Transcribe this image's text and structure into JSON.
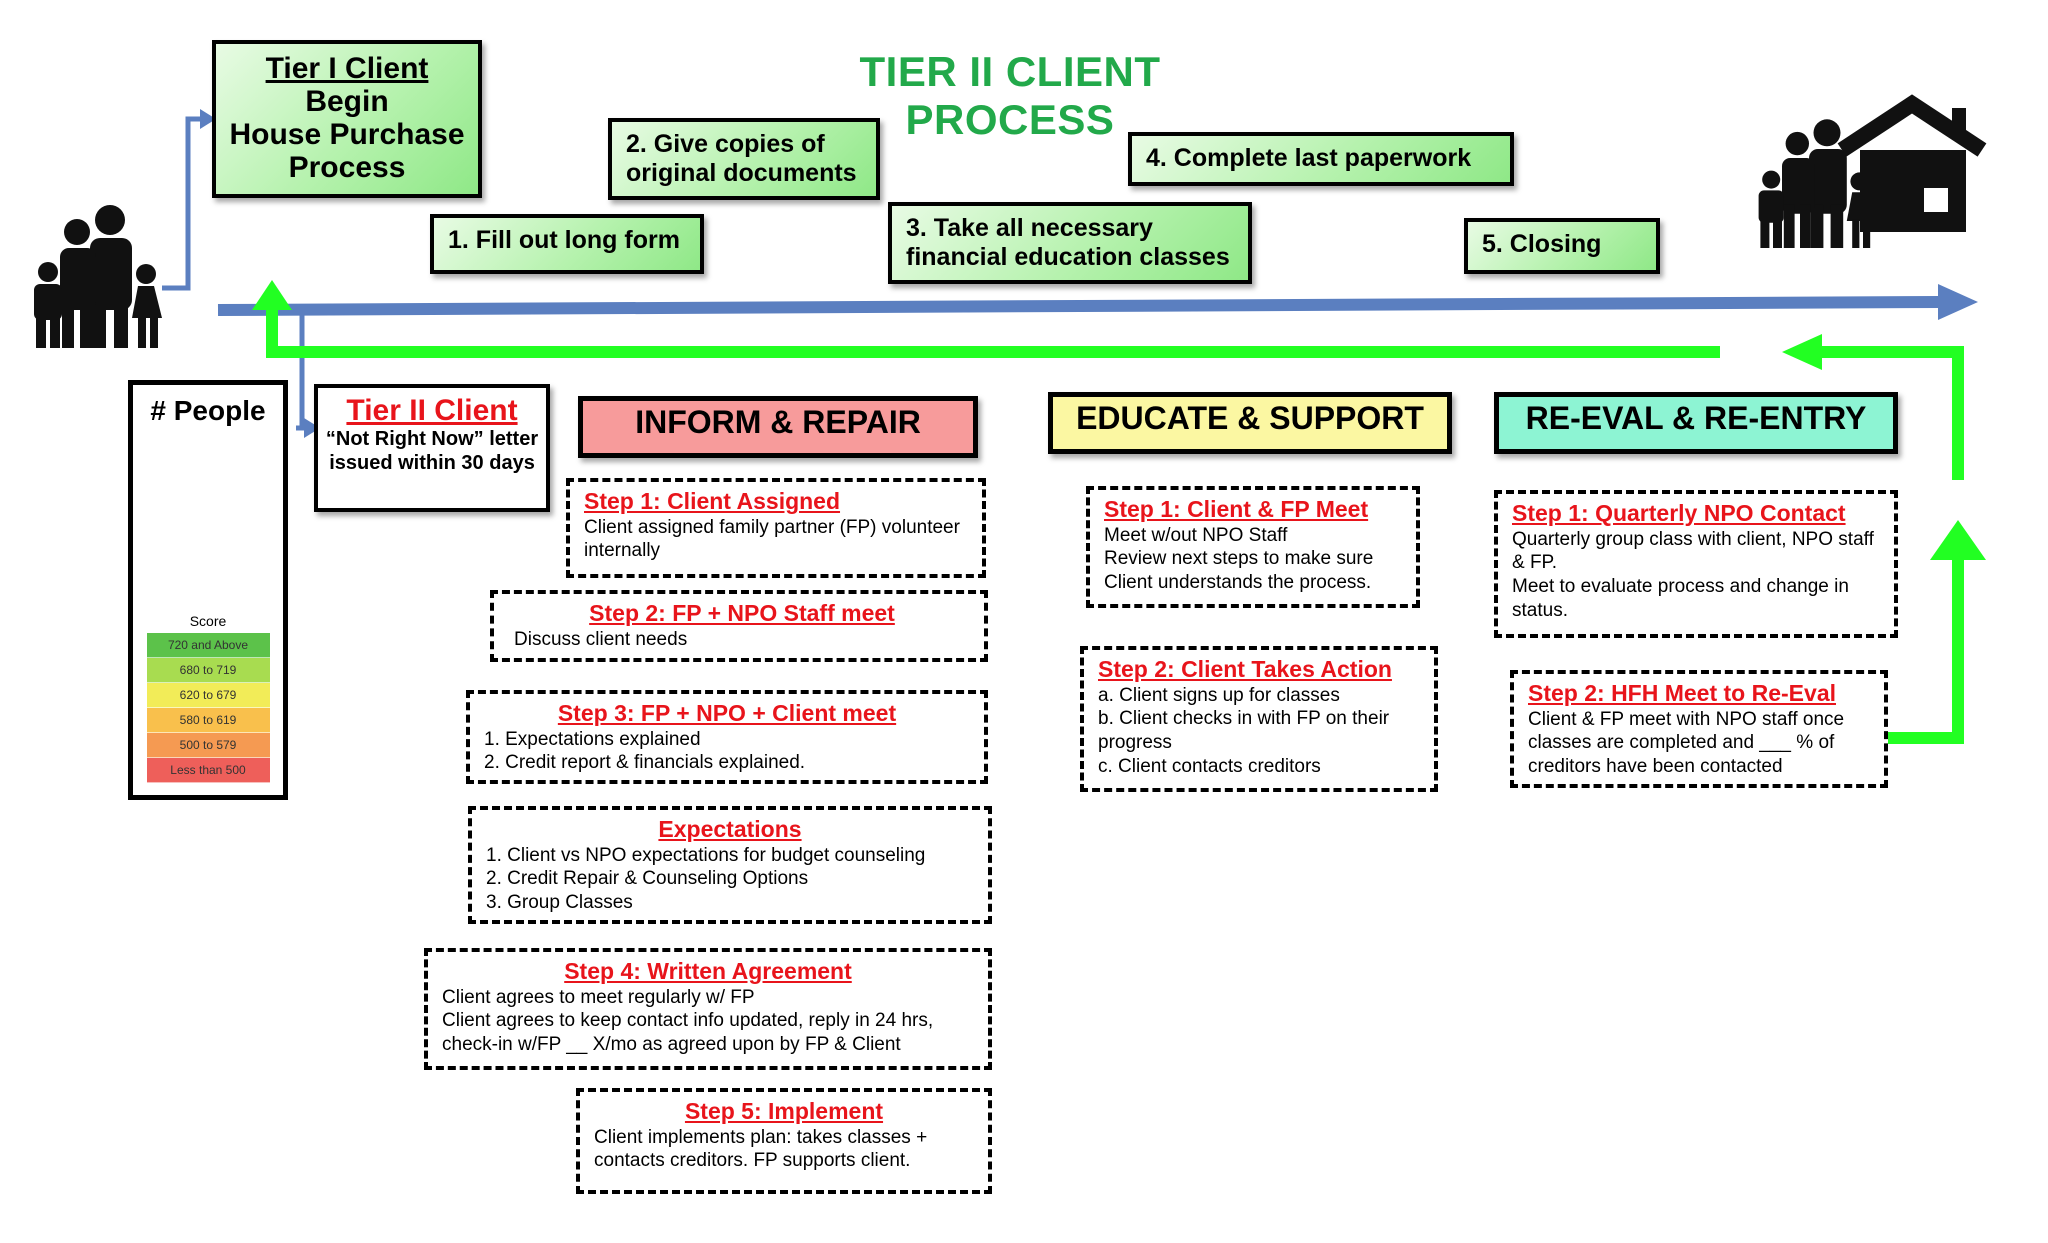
{
  "title": "TIER II CLIENT PROCESS",
  "tier1": {
    "title": "Tier I Client",
    "lines": [
      "Begin",
      "House Purchase",
      "Process"
    ]
  },
  "steps": {
    "s1": "1. Fill out long form",
    "s2": "2. Give copies of original documents",
    "s3": "3. Take all necessary financial education classes",
    "s4": "4. Complete last paperwork",
    "s5": "5. Closing"
  },
  "tier2": {
    "title": "Tier II Client",
    "desc": "“Not Right Now” letter issued within 30 days"
  },
  "people": {
    "title": "# People",
    "score_label": "Score",
    "scores": [
      {
        "label": "720 and Above",
        "color": "#5cc24a"
      },
      {
        "label": "680 to 719",
        "color": "#a8dc50"
      },
      {
        "label": "620 to 679",
        "color": "#f2ec58"
      },
      {
        "label": "580 to 619",
        "color": "#f9c04c"
      },
      {
        "label": "500 to 579",
        "color": "#f59a52"
      },
      {
        "label": "Less than 500",
        "color": "#ee5f5a"
      }
    ]
  },
  "sections": {
    "inform": {
      "label": "INFORM & REPAIR",
      "color": "#f79b9b"
    },
    "educate": {
      "label": "EDUCATE & SUPPORT",
      "color": "#fbf7a2"
    },
    "reeval": {
      "label": "RE-EVAL & RE-ENTRY",
      "color": "#8df4d3"
    }
  },
  "inform_boxes": [
    {
      "title": "Step 1: Client Assigned",
      "lines": [
        "Client assigned family partner (FP) volunteer internally"
      ]
    },
    {
      "title": "Step 2:  FP + NPO Staff meet",
      "lines": [
        "Discuss client needs"
      ]
    },
    {
      "title": "Step 3: FP + NPO + Client meet",
      "lines": [
        "1. Expectations explained",
        "2. Credit report & financials explained."
      ]
    },
    {
      "title": "Expectations",
      "lines": [
        "1. Client vs NPO expectations for budget counseling",
        "2. Credit Repair & Counseling Options",
        "3. Group Classes"
      ]
    },
    {
      "title": "Step 4: Written Agreement",
      "lines": [
        "Client agrees to meet regularly w/ FP",
        "Client agrees to keep contact info updated, reply in 24 hrs, check-in w/FP __ X/mo as agreed upon by FP & Client"
      ]
    },
    {
      "title": "Step 5: Implement",
      "lines": [
        "Client implements plan: takes classes + contacts creditors. FP supports client."
      ]
    }
  ],
  "educate_boxes": [
    {
      "title": "Step 1: Client & FP Meet",
      "lines": [
        "Meet w/out NPO Staff",
        "Review next steps to make sure Client understands the process."
      ]
    },
    {
      "title": "Step 2: Client Takes Action",
      "lines": [
        "a. Client signs up for classes",
        "b. Client checks in with FP on their progress",
        "c. Client contacts creditors"
      ]
    }
  ],
  "reeval_boxes": [
    {
      "title": "Step 1: Quarterly NPO Contact",
      "lines": [
        "Quarterly group class with client, NPO staff & FP.",
        "Meet to evaluate process and change in status."
      ]
    },
    {
      "title": "Step 2: HFH Meet to Re-Eval",
      "lines": [
        "Client & FP meet with NPO staff once classes are completed and ___ % of creditors have been contacted"
      ]
    }
  ],
  "colors": {
    "blue_arrow": "#5b7fc0",
    "green_arrow": "#22ff22",
    "title_green": "#22a94a",
    "red_text": "#e8141b"
  },
  "icons": [
    "family-icon",
    "family-icon",
    "house-icon",
    "dollar-hand-icon"
  ]
}
